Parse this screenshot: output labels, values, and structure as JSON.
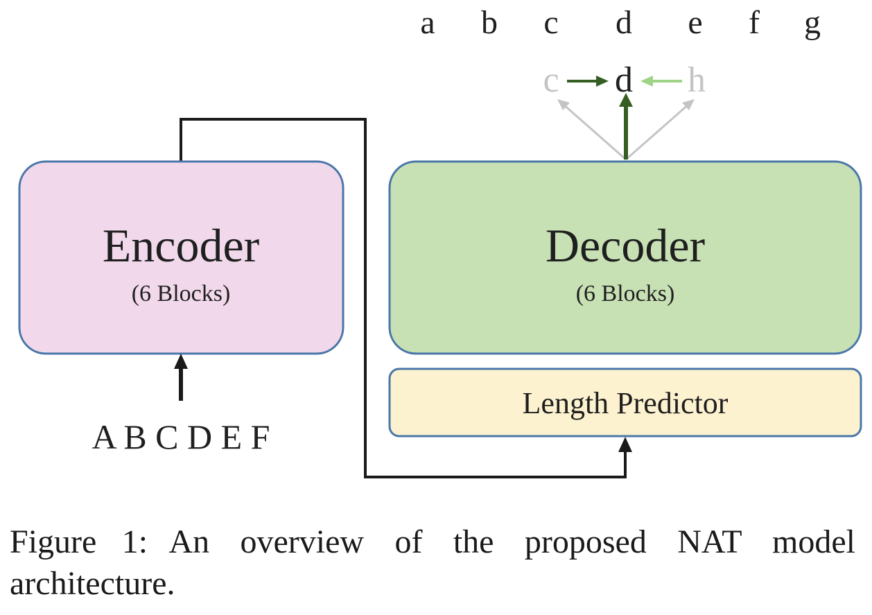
{
  "diagram": {
    "encoder": {
      "title": "Encoder",
      "subtitle": "(6 Blocks)",
      "fill": "#f1d9eb",
      "stroke": "#4a76a8"
    },
    "decoder": {
      "title": "Decoder",
      "subtitle": "(6 Blocks)",
      "fill": "#c7e1b4",
      "stroke": "#4a76a8"
    },
    "length_predictor": {
      "label": "Length Predictor",
      "fill": "#fdf2cf",
      "stroke": "#4a76a8"
    },
    "source_tokens": "A B C D E F",
    "output_tokens": [
      "a",
      "b",
      "c",
      "d",
      "e",
      "f",
      "g"
    ],
    "attention": {
      "left": "c",
      "center": "d",
      "right": "h",
      "left_arrow_color": "#375e22",
      "right_arrow_color": "#9fd486",
      "faded_color": "#c4c4c4"
    }
  },
  "caption": {
    "label": "Figure 1:",
    "text": "An overview of the proposed NAT model architecture."
  }
}
